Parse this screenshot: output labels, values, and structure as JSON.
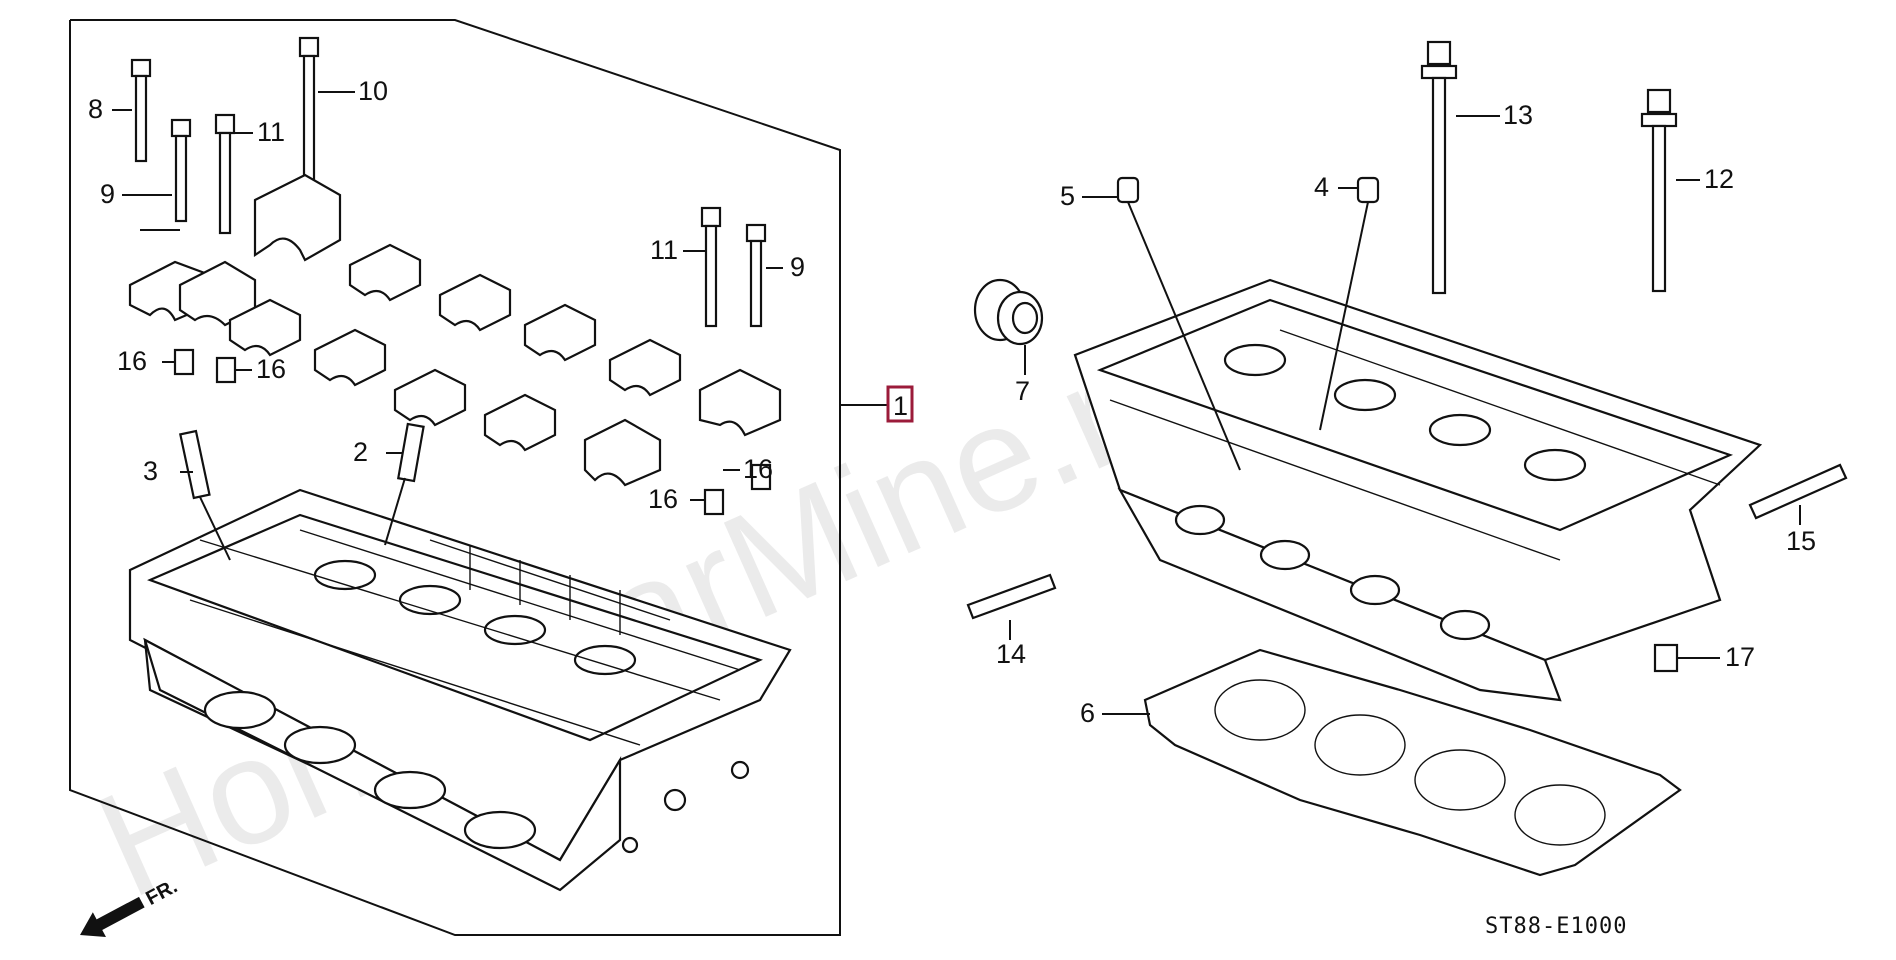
{
  "watermark": "HondaCarMine.ru",
  "diagram_code": "ST88-E1000",
  "front_indicator": "FR.",
  "callouts": {
    "c1": "1",
    "c2": "2",
    "c3": "3",
    "c4": "4",
    "c5": "5",
    "c6": "6",
    "c7": "7",
    "c8": "8",
    "c9a": "9",
    "c9b": "9",
    "c10": "10",
    "c11a": "11",
    "c11b": "11",
    "c12": "12",
    "c13": "13",
    "c14": "14",
    "c15": "15",
    "c16a": "16",
    "c16b": "16",
    "c16c": "16",
    "c16d": "16",
    "c17": "17"
  },
  "colors": {
    "highlight_box": "#9b1b3a",
    "line": "#111111",
    "watermark": "#dcdcdc"
  }
}
